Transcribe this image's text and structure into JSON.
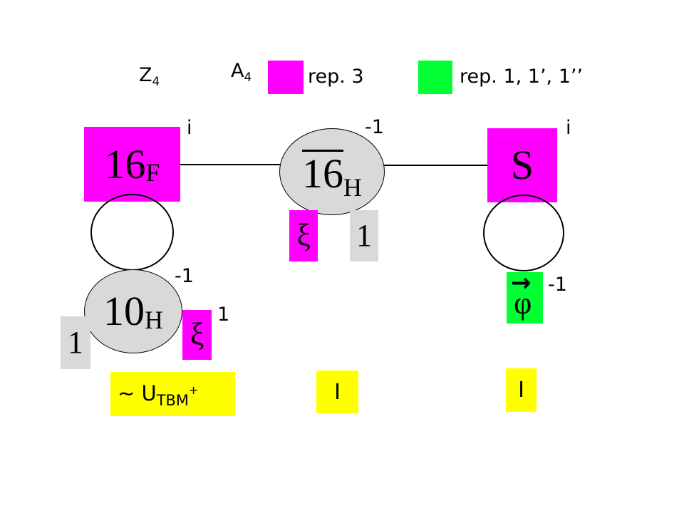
{
  "legend": {
    "z4_base": "Z",
    "z4_sub": "4",
    "a4_base": "A",
    "a4_sub": "4",
    "rep3_label": "rep. 3",
    "rep1_label": "rep. 1, 1’, 1’’"
  },
  "nodes": {
    "f16": {
      "base": "16",
      "sub": "F",
      "charge": "i"
    },
    "h16bar": {
      "base": "16",
      "sub": "H",
      "charge": "-1",
      "flavon1": "ξ",
      "flavon2": "1"
    },
    "s": {
      "base": "S",
      "charge": "i"
    },
    "h10": {
      "base": "10",
      "sub": "H",
      "charge": "-1",
      "left_label": "1",
      "flavon": "ξ",
      "flavon_charge": "1"
    },
    "phi": {
      "arrow": "→",
      "symbol": "φ",
      "charge": "-1"
    }
  },
  "bottom": {
    "u_tilde": "~ U",
    "u_sub": "TBM",
    "u_sup": "+",
    "identity_mid": "I",
    "identity_right": "I"
  },
  "colors": {
    "magenta": "#ff00ff",
    "green": "#00ff33",
    "grey": "#d9d9d9",
    "yellow": "#ffff00"
  }
}
